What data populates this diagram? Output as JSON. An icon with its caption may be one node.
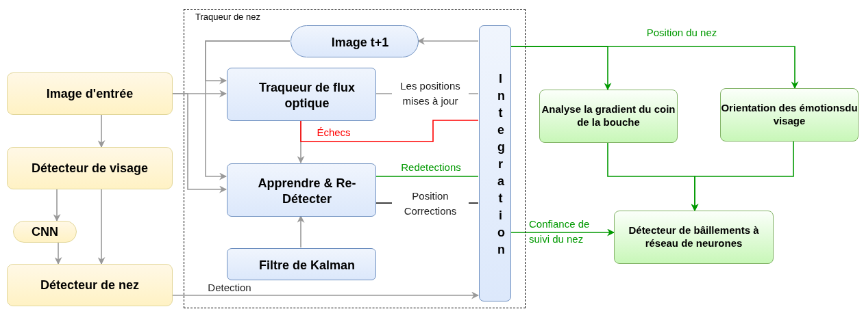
{
  "diagram": {
    "nodes": [
      {
        "text": [
          "Traqueur de nez"
        ]
      },
      {
        "text": [
          "Image d'entrée"
        ]
      },
      {
        "text": [
          "Détecteur de visage"
        ]
      },
      {
        "text": [
          "CNN"
        ]
      },
      {
        "text": [
          "Détecteur de nez"
        ]
      },
      {
        "text": [
          "Image t+1"
        ],
        "in": 0
      },
      {
        "text": [
          "Traqueur de flux optique"
        ],
        "in": 0
      },
      {
        "text": [
          "Apprendre & Re-Détecter"
        ],
        "in": 0
      },
      {
        "text": [
          "Filtre de Kalman"
        ],
        "in": 0
      },
      {
        "text": [
          "Integration"
        ],
        "in": 0
      },
      {
        "text": [
          "Analyse la gradient du coin de la bouche"
        ]
      },
      {
        "text": [
          "Orientation des émotionsdu visage"
        ]
      },
      {
        "text": [
          "Détecteur de bâillements à réseau de neurones"
        ]
      }
    ],
    "edges": [
      {
        "from": 1,
        "to": 2,
        "arrow": "to"
      },
      {
        "from": 2,
        "to": 3,
        "arrow": "to"
      },
      {
        "from": 3,
        "to": 4,
        "arrow": "to"
      },
      {
        "from": 2,
        "to": 4,
        "arrow": "to"
      },
      {
        "from": 1,
        "to": 6,
        "arrow": "to"
      },
      {
        "from": 1,
        "to": 7,
        "arrow": "to"
      },
      {
        "from": 5,
        "to": 6,
        "arrow": "to"
      },
      {
        "from": 5,
        "to": 7,
        "arrow": "to"
      },
      {
        "from": 9,
        "to": 5,
        "arrow": "to"
      },
      {
        "from": 6,
        "to": 9,
        "arrow": "none",
        "label": "Les positions mises à jour"
      },
      {
        "from": 6,
        "to": 7,
        "arrow": "to"
      },
      {
        "from": 6,
        "to": 9,
        "arrow": "none",
        "label": "Échecs",
        "color": "#ff0000"
      },
      {
        "from": 7,
        "to": 9,
        "arrow": "none",
        "label": "Redetections",
        "color": "#009900"
      },
      {
        "from": 7,
        "to": 9,
        "arrow": "none",
        "label": "Position Corrections",
        "color": "#000000"
      },
      {
        "from": 8,
        "to": 7,
        "arrow": "to"
      },
      {
        "from": 4,
        "to": 9,
        "arrow": "to",
        "label": "Detection"
      },
      {
        "from": 9,
        "to": 10,
        "arrow": "to",
        "color": "#009900"
      },
      {
        "from": 9,
        "to": 11,
        "arrow": "to",
        "label": "Position du nez",
        "color": "#009900"
      },
      {
        "from": 9,
        "to": 12,
        "arrow": "to",
        "label": "Confiance de suivi du nez",
        "color": "#009900"
      },
      {
        "from": 10,
        "to": 12,
        "arrow": "to",
        "color": "#009900"
      },
      {
        "from": 11,
        "to": 12,
        "arrow": "to",
        "color": "#009900"
      }
    ]
  }
}
